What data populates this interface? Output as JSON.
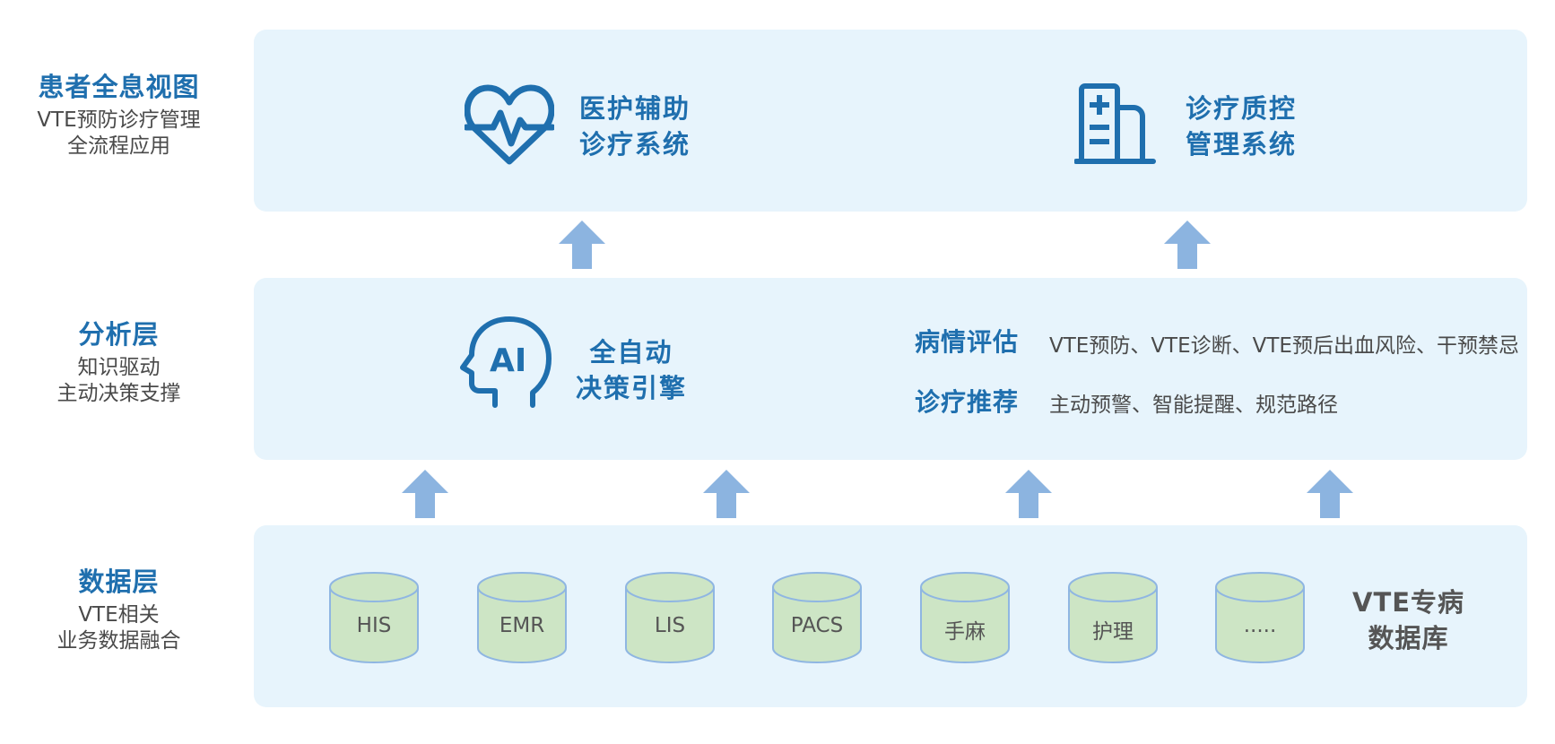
{
  "sidebar": {
    "view": {
      "title": "患者全息视图",
      "sub": "VTE预防诊疗管理\n全流程应用"
    },
    "analysis": {
      "title": "分析层",
      "sub": "知识驱动\n主动决策支撑"
    },
    "data": {
      "title": "数据层",
      "sub": "VTE相关\n业务数据融合"
    }
  },
  "top_panel": {
    "system1": {
      "icon": "heart-pulse-icon",
      "title": "医护辅助\n诊疗系统"
    },
    "system2": {
      "icon": "hospital-building-icon",
      "title": "诊疗质控\n管理系统"
    }
  },
  "mid_panel": {
    "engine": {
      "icon": "ai-head-icon",
      "title": "全自动\n决策引擎"
    },
    "assess": {
      "label": "病情评估",
      "desc": "VTE预防、VTE诊断、VTE预后出血风险、干预禁忌"
    },
    "recommend": {
      "label": "诊疗推荐",
      "desc": "主动预警、智能提醒、规范路径"
    }
  },
  "bottom_panel": {
    "databases": [
      "HIS",
      "EMR",
      "LIS",
      "PACS",
      "手麻",
      "护理",
      "....."
    ],
    "db_title": "VTE专病\n数据库"
  },
  "colors": {
    "panel_bg": "#e7f4fc",
    "primary_blue": "#1f6fae",
    "arrow_blue": "#8cb4e0",
    "cylinder_fill": "#cde5c5",
    "cylinder_stroke": "#8fb6e2"
  }
}
